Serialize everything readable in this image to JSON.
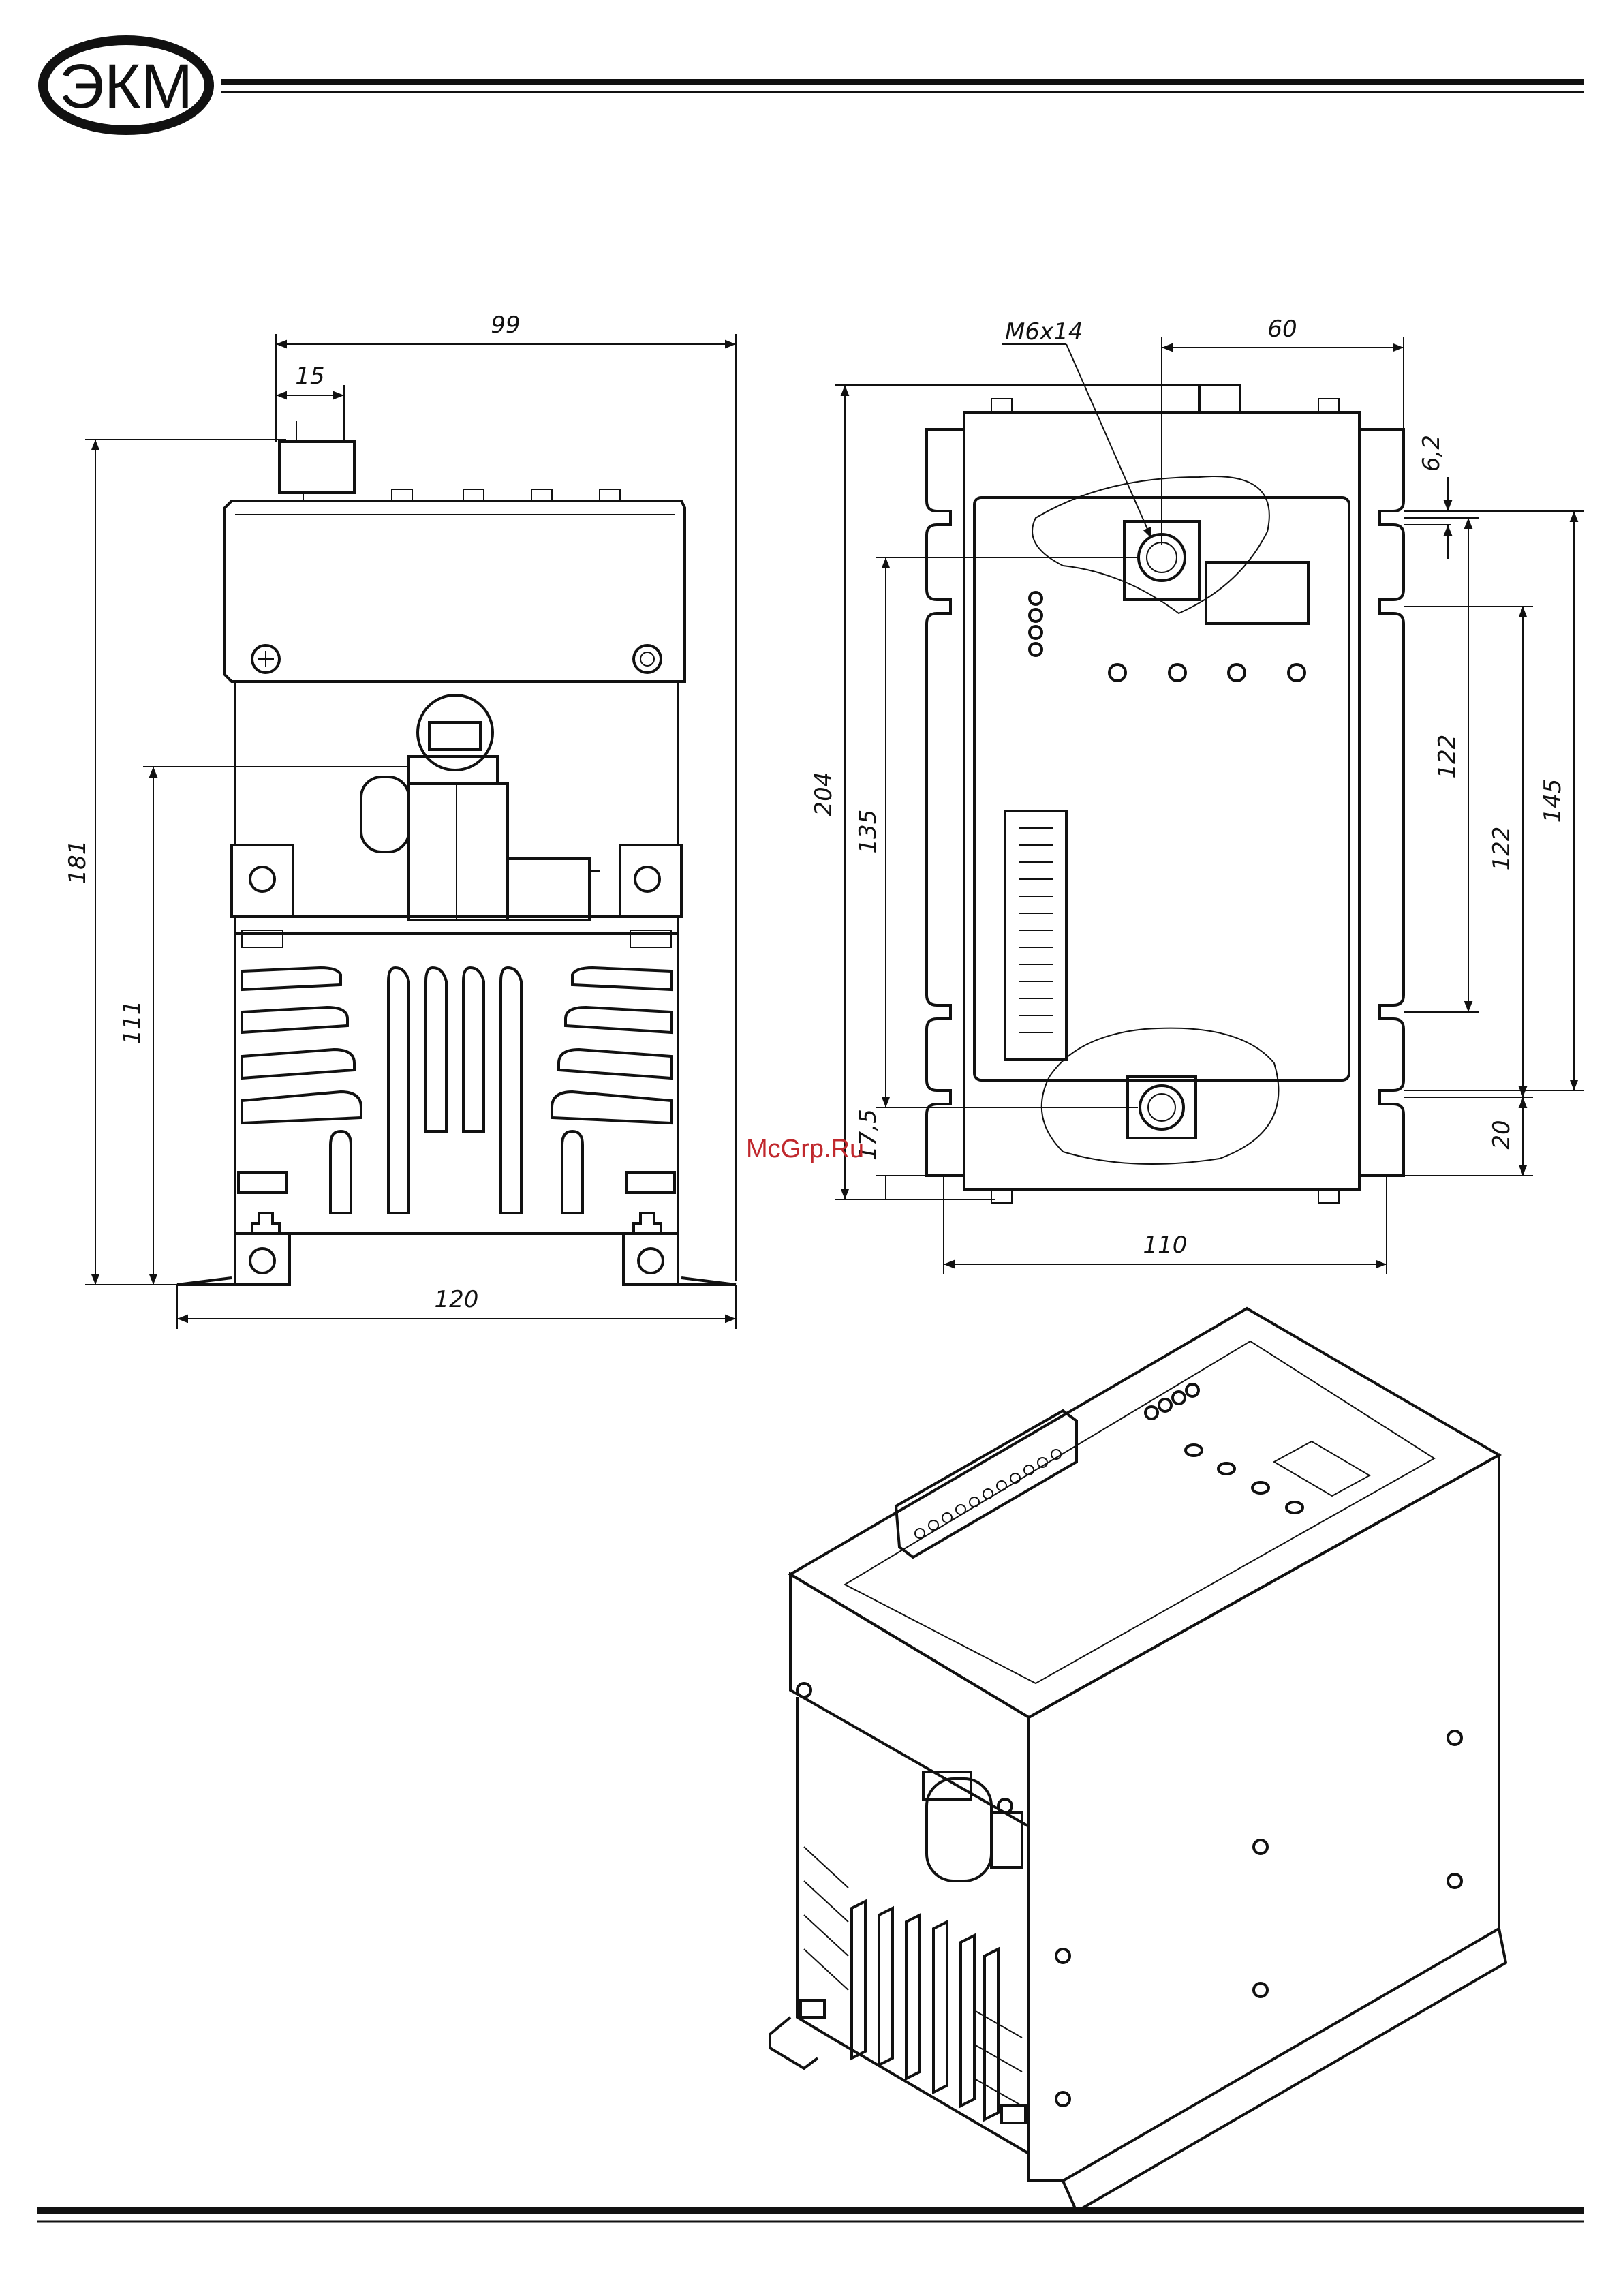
{
  "header": {
    "logo_text": "ЭКМ"
  },
  "watermark": "McGrp.Ru",
  "front_view": {
    "dims": {
      "width_top": "99",
      "terminal": "15",
      "height_total": "181",
      "height_lower": "111",
      "base_width": "120"
    }
  },
  "top_view": {
    "dims": {
      "bolt": "M6x14",
      "bolt_offset": "60",
      "slot_height": "6,2",
      "height_total": "204",
      "hole_span": "135",
      "slot_span_a": "122",
      "slot_span_b": "122",
      "slot_span_c": "145",
      "bottom_offset": "17,5",
      "bottom_slot": "20",
      "width": "110"
    }
  },
  "iso_view": {
    "label": ""
  },
  "colors": {
    "ink": "#111111",
    "watermark": "#c0282d",
    "paper": "#ffffff"
  }
}
